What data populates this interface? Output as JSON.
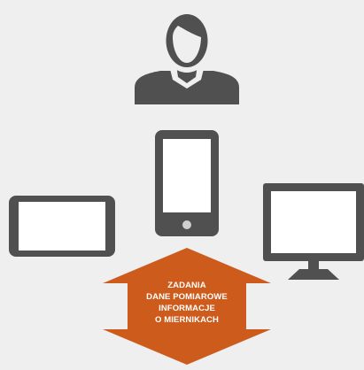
{
  "colors": {
    "background": "#efefef",
    "device_dark": "#505050",
    "screen_light": "#ffffff",
    "arrow_fill": "#cd5b1c",
    "arrow_text": "#ffffff"
  },
  "icons": {
    "user": "user-person-icon",
    "smartphone": "smartphone-icon",
    "tablet": "tablet-icon",
    "monitor": "desktop-monitor-icon",
    "arrow": "double-headed-vertical-arrow"
  },
  "arrow": {
    "lines": [
      "ZADANIA",
      "DANE POMIAROWE",
      "INFORMACJE",
      "O MIERNIKACH"
    ]
  }
}
